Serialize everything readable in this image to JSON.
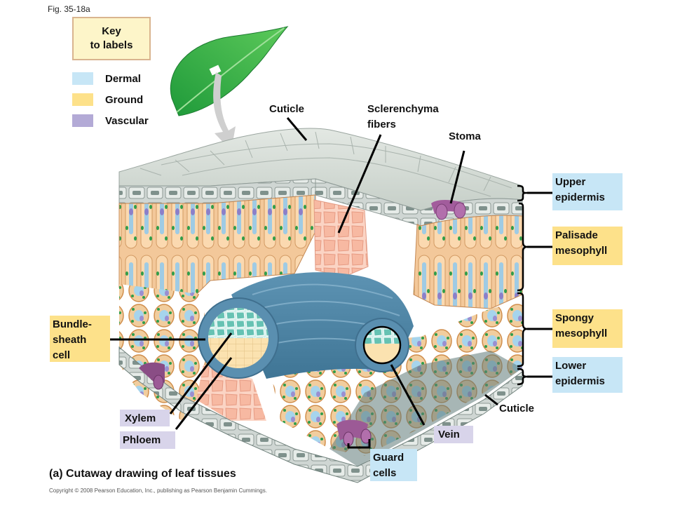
{
  "figure": {
    "id": "Fig. 35-18a",
    "caption": "(a) Cutaway drawing of leaf tissues",
    "copyright": "Copyright © 2008 Pearson Education, Inc., publishing as Pearson Benjamin Cummings."
  },
  "key": {
    "title_line1": "Key",
    "title_line2": "to labels",
    "items": [
      {
        "label": "Dermal",
        "color": "#c7e6f6"
      },
      {
        "label": "Ground",
        "color": "#fde18a"
      },
      {
        "label": "Vascular",
        "color": "#b3aad6"
      }
    ]
  },
  "labels": {
    "cuticle_top": "Cuticle",
    "sclerenchyma_line1": "Sclerenchyma",
    "sclerenchyma_line2": "fibers",
    "stoma": "Stoma",
    "upper_epidermis_line1": "Upper",
    "upper_epidermis_line2": "epidermis",
    "palisade_line1": "Palisade",
    "palisade_line2": "mesophyll",
    "spongy_line1": "Spongy",
    "spongy_line2": "mesophyll",
    "lower_epidermis_line1": "Lower",
    "lower_epidermis_line2": "epidermis",
    "bundle_sheath_line1": "Bundle-",
    "bundle_sheath_line2": "sheath",
    "bundle_sheath_line3": "cell",
    "xylem": "Xylem",
    "phloem": "Phloem",
    "cuticle_bottom": "Cuticle",
    "vein": "Vein",
    "guard_cells_line1": "Guard",
    "guard_cells_line2": "cells"
  },
  "colors": {
    "dermal": "#c7e6f6",
    "ground": "#fde18a",
    "vascular": "#d8d4ea",
    "key_bg": "#fdf5c9",
    "key_border": "#d9b48f"
  }
}
